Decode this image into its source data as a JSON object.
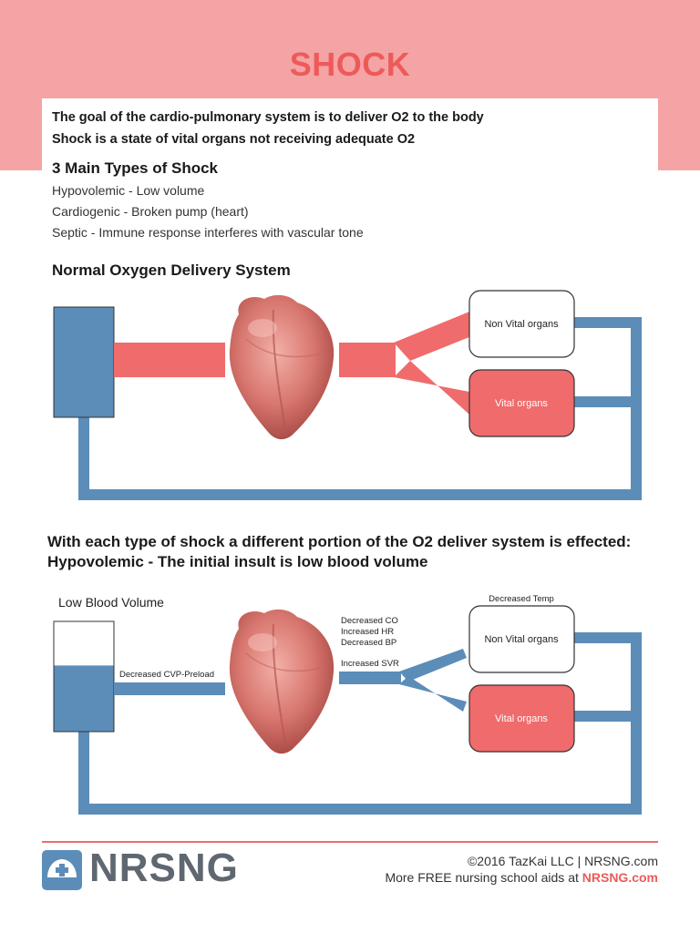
{
  "header": {
    "title": "SHOCK"
  },
  "intro": {
    "line1": "The goal of the cardio-pulmonary system is to deliver O2 to the body",
    "line2": "Shock is a state of vital organs not receiving adequate O2"
  },
  "types": {
    "heading": "3 Main Types of Shock",
    "items": [
      "Hypovolemic - Low volume",
      "Cardiogenic - Broken pump (heart)",
      "Septic - Immune response interferes with vascular tone"
    ]
  },
  "normal_diagram": {
    "title": "Normal Oxygen Delivery System",
    "non_vital_label": "Non Vital organs",
    "vital_label": "Vital organs"
  },
  "shock_section": {
    "line1": "With each type of shock a different portion of the O2 deliver system is effected:",
    "line2": "Hypovolemic - The initial insult is low blood volume"
  },
  "hypo_diagram": {
    "reservoir_label": "Low Blood Volume",
    "preload_label": "Decreased  CVP-Preload",
    "co_label": "Decreased CO",
    "hr_label": "Increased HR",
    "bp_label": "Decreased BP",
    "svr_label": "Increased SVR",
    "temp_label": "Decreased Temp",
    "non_vital_label": "Non Vital organs",
    "vital_label": "Vital organs",
    "blood_level_fraction": 0.6
  },
  "footer": {
    "brand": "NRSNG",
    "copyright": "©2016 TazKai LLC | NRSNG.com",
    "more_prefix": "More FREE nursing school aids at ",
    "more_link": "NRSNG.com"
  },
  "colors": {
    "brand_red": "#ee5a5a",
    "header_band": "#f4a4a4",
    "vessel_red": "#f06b6b",
    "vessel_blue": "#5b8db8"
  }
}
